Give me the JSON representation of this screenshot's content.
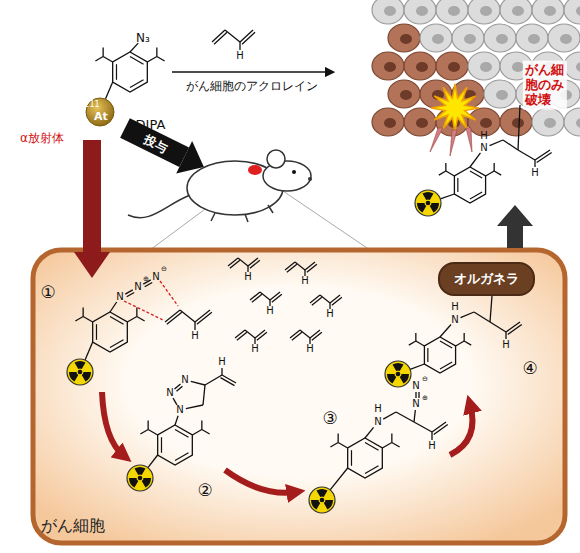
{
  "diagram": {
    "nodes": [
      {
        "text": [
          "がん細胞"
        ]
      },
      {
        "text": [
          "オルガネラ"
        ],
        "in": 0
      }
    ],
    "labels": [
      "211",
      "At",
      "α放射体",
      "ADIPA",
      "N₃",
      "H",
      "がん細胞のアクロレイン",
      "投与",
      "がん細胞のみ破壊",
      "N",
      "H",
      "H",
      "①",
      "N",
      "N",
      "⊕",
      "N",
      "⊖",
      "H",
      "H",
      "H",
      "H",
      "H",
      "H",
      "H",
      "②",
      "N",
      "N",
      "N",
      "H",
      "③",
      "H",
      "N",
      "N",
      "⊕",
      "N",
      "⊖",
      "H",
      "④",
      "H",
      "N",
      "H"
    ]
  }
}
